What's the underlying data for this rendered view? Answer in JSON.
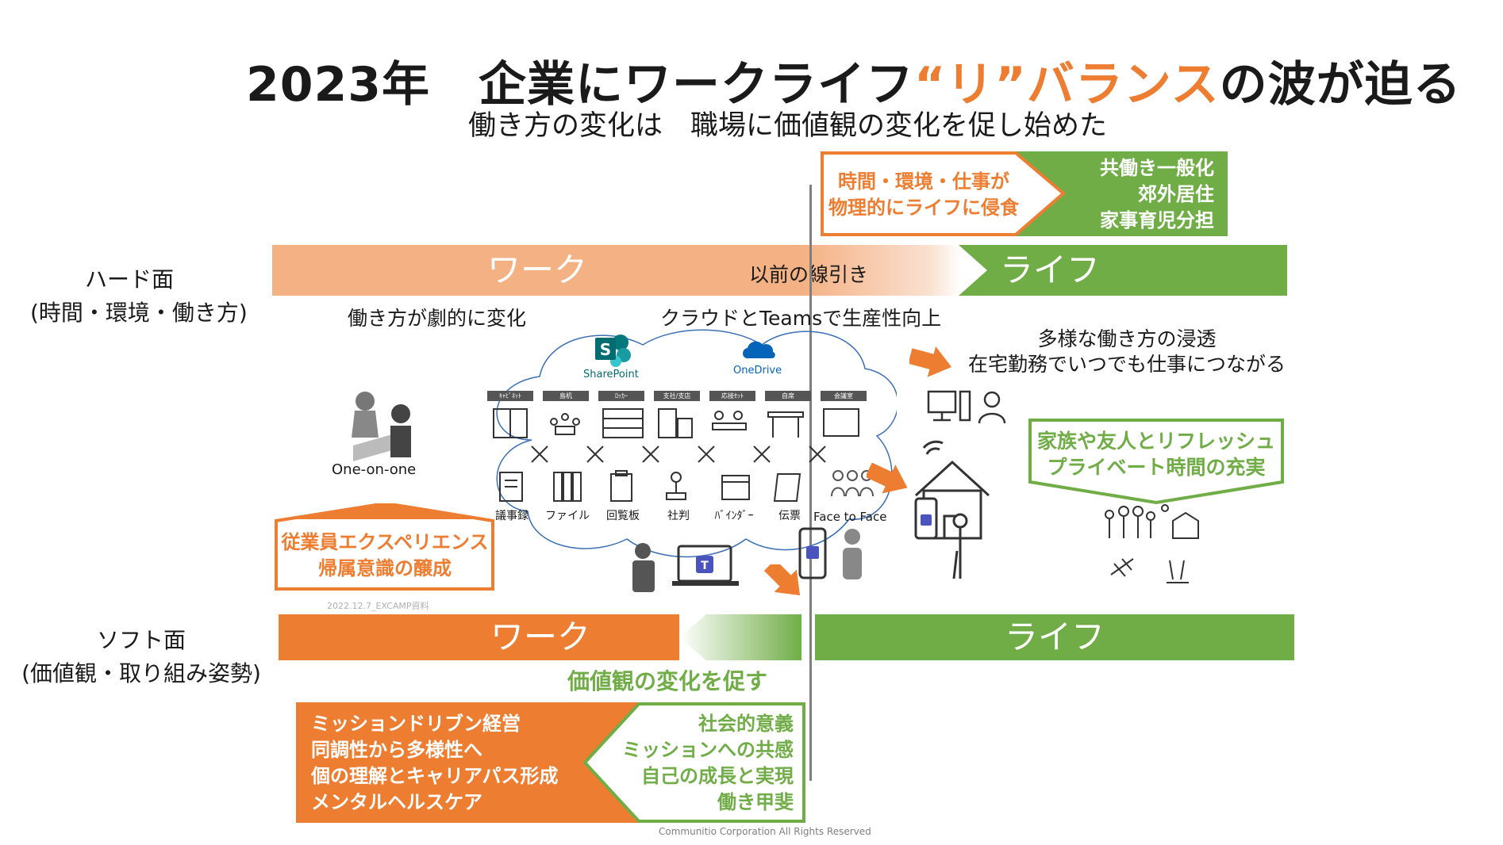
{
  "title": {
    "part1": "2023年　企業にワークライフ",
    "highlight": "“リ”バランス",
    "part2": "の波が迫る"
  },
  "subtitle": "働き方の変化は　職場に価値観の変化を促し始めた",
  "hard": {
    "label_line1": "ハード面",
    "label_line2": "(時間・環境・働き方)",
    "work_label": "ワーク",
    "life_label": "ライフ",
    "old_line_label": "以前の線引き",
    "top_box_left": [
      "時間・環境・仕事が",
      "物理的にライフに侵食"
    ],
    "top_box_right": [
      "共働き一般化",
      "郊外居住",
      "家事育児分担"
    ],
    "caption_left": "働き方が劇的に変化",
    "caption_center": "クラウドとTeamsで生産性向上",
    "caption_right_1": "多様な働き方の浸透",
    "caption_right_2": "在宅勤務でいつでも仕事につながる"
  },
  "cloud": {
    "sharepoint": "SharePoint",
    "onedrive": "OneDrive",
    "top_tabs": [
      "ｷｬﾋﾞﾈｯﾄ",
      "島机",
      "ﾛｯｶｰ",
      "支社/支店",
      "応接ｾｯﾄ",
      "自席",
      "会議室"
    ],
    "bottom_labels": [
      "議事録",
      "ファイル",
      "回覧板",
      "社判",
      "ﾊﾞｲﾝﾀﾞｰ",
      "伝票"
    ]
  },
  "one_on_one": "One-on-one",
  "face_to_face": "Face to Face",
  "family_box": [
    "家族や友人とリフレッシュ",
    "プライベート時間の充実"
  ],
  "employee_box": [
    "従業員エクスペリエンス",
    "帰属意識の醸成"
  ],
  "date_note": "2022.12.7_EXCAMP資料",
  "soft": {
    "label_line1": "ソフト面",
    "label_line2": "(価値観・取り組み姿勢)",
    "work_label": "ワーク",
    "life_label": "ライフ",
    "promote_label": "価値観の変化を促す",
    "bottom_left": [
      "ミッションドリブン経営",
      "同調性から多様性へ",
      "個の理解とキャリアパス形成",
      "メンタルヘルスケア"
    ],
    "bottom_right": [
      "社会的意義",
      "ミッションへの共感",
      "自己の成長と実現",
      "働き甲斐"
    ]
  },
  "copyright": "Communitio Corporation All Rights Reserved",
  "colors": {
    "orange": "#ED7D31",
    "light_orange": "#F4B183",
    "green": "#70AD47",
    "grey": "#595959"
  }
}
